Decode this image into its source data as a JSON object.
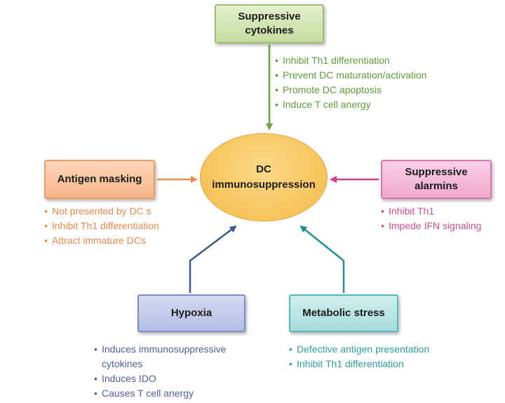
{
  "center": {
    "label": "DC\nimmunosuppression"
  },
  "factors": {
    "cytokines": {
      "title": "Suppressive\ncytokines",
      "color": "#5f9a3a",
      "items": [
        "Inhibit Th1 differentiation",
        "Prevent DC maturation/activation",
        "Promote DC apoptosis",
        "Induce T cell anergy"
      ]
    },
    "masking": {
      "title": "Antigen masking",
      "color": "#e8874a",
      "items": [
        "Not presented by DC s",
        "Inhibit Th1 differentiation",
        "Attract immature DCs"
      ]
    },
    "alarmins": {
      "title": "Suppressive\nalarmins",
      "color": "#cf4c94",
      "items": [
        "Inhibit Th1",
        "Impede IFN signaling"
      ]
    },
    "hypoxia": {
      "title": "Hypoxia",
      "color": "#4f5f9e",
      "items": [
        "Induces immunosuppressive cytokines",
        "Induces IDO",
        "Causes T cell anergy"
      ]
    },
    "metabolic": {
      "title": "Metabolic stress",
      "color": "#2c9f9f",
      "items": [
        "Defective antigen presentation",
        "Inhibit Th1 differentiation"
      ]
    }
  }
}
